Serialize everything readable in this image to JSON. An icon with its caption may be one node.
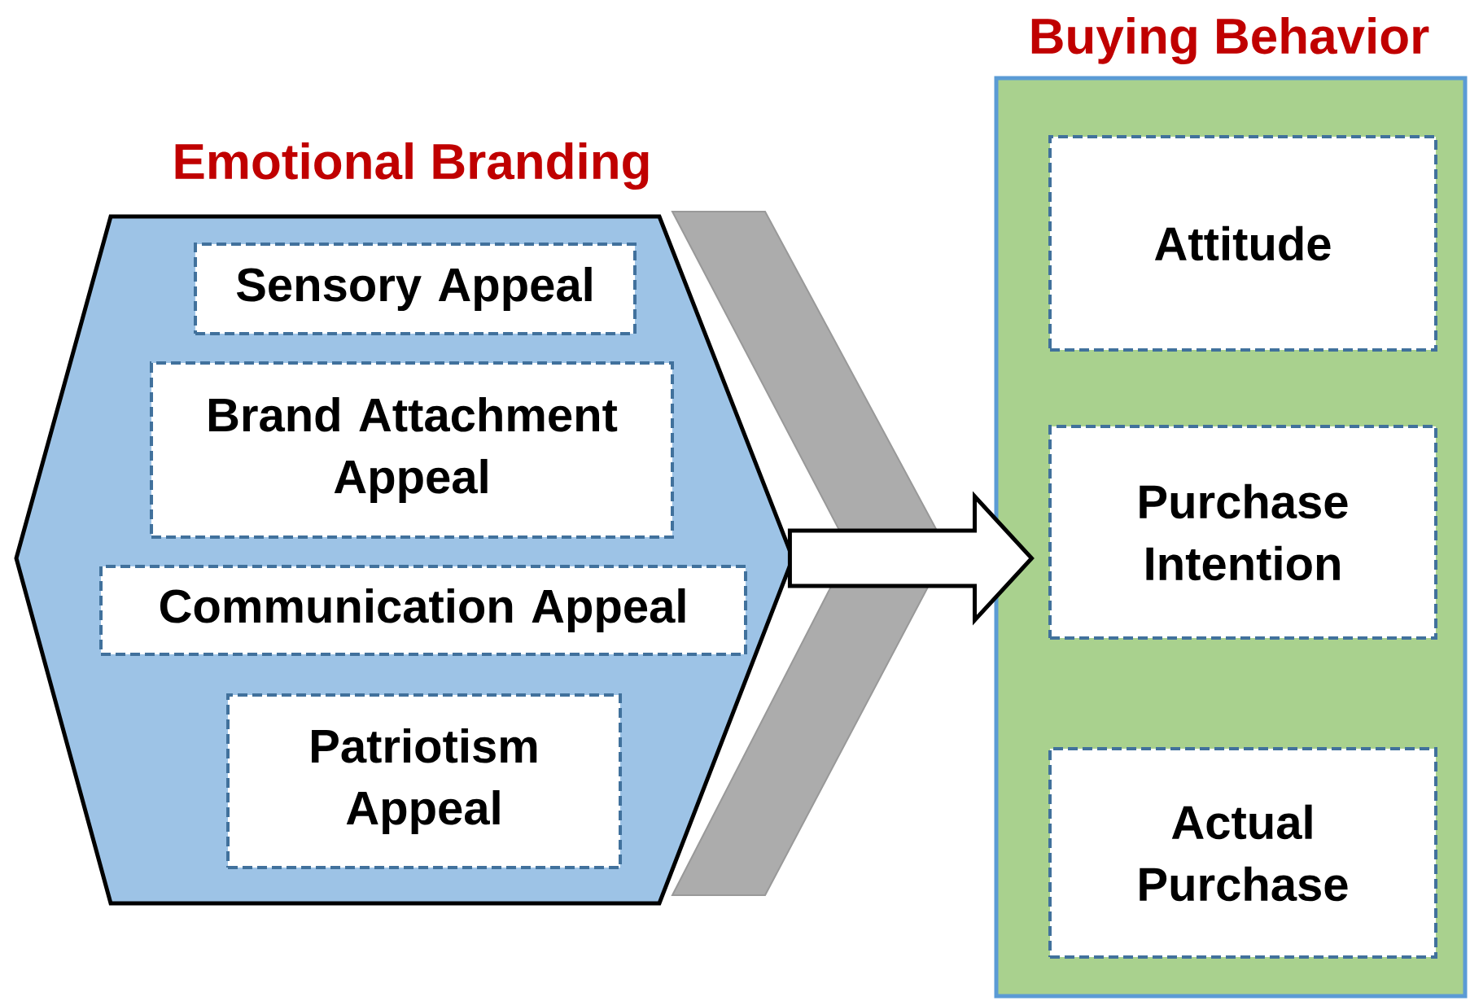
{
  "diagram": {
    "nodes": [
      {
        "text": [
          "Emotional Branding"
        ]
      },
      {
        "text": [
          "Sensory Appeal"
        ],
        "in": 0
      },
      {
        "text": [
          "Brand Attachment Appeal"
        ],
        "in": 0
      },
      {
        "text": [
          "Communication Appeal"
        ],
        "in": 0
      },
      {
        "text": [
          "Patriotism Appeal"
        ],
        "in": 0
      },
      {
        "text": [
          "Buying Behavior"
        ]
      },
      {
        "text": [
          "Attitude"
        ],
        "in": 5
      },
      {
        "text": [
          "Purchase Intention"
        ],
        "in": 5
      },
      {
        "text": [
          "Actual Purchase"
        ],
        "in": 5
      }
    ],
    "edges": [
      {
        "from": 0,
        "to": 5,
        "arrow": "to"
      }
    ]
  }
}
